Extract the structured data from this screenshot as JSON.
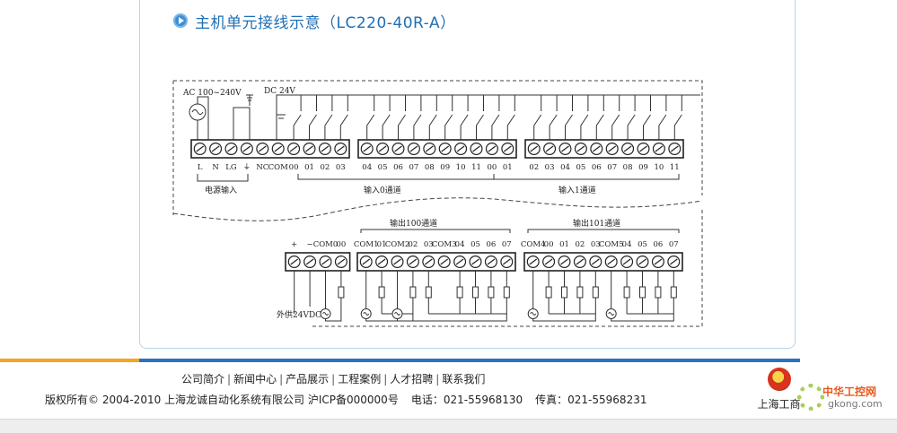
{
  "heading": {
    "title": "主机单元接线示意（LC220-40R-A）"
  },
  "diagram": {
    "power_label": "AC 100~240V",
    "dc_label": "DC 24V",
    "power_terminals": [
      "L",
      "N",
      "LG",
      "⏚",
      "NC",
      "COM"
    ],
    "input0_terminals": [
      "00",
      "01",
      "02",
      "03",
      "04",
      "05",
      "06",
      "07",
      "08",
      "09",
      "10",
      "11"
    ],
    "input1_terminals": [
      "00",
      "01",
      "02",
      "03",
      "04",
      "05",
      "06",
      "07",
      "08",
      "09",
      "10",
      "11"
    ],
    "power_group_label": "电源输入",
    "input0_label": "输入0通道",
    "input1_label": "输入1通道",
    "output100_label": "输出100通道",
    "output101_label": "输出101通道",
    "output_power_terminals": [
      "+",
      "−",
      "COM0",
      "00"
    ],
    "output100_terminals": [
      "COM1",
      "01",
      "COM2",
      "02",
      "03",
      "COM3",
      "04",
      "05",
      "06",
      "07"
    ],
    "output101_terminals": [
      "COM4",
      "00",
      "01",
      "02",
      "03",
      "COM5",
      "04",
      "05",
      "06",
      "07"
    ],
    "external_supply_label": "外供24VDC"
  },
  "footer": {
    "nav": [
      "公司简介",
      "新闻中心",
      "产品展示",
      "工程案例",
      "人才招聘",
      "联系我们"
    ],
    "copyright": "版权所有© 2004-2010 上海龙诚自动化系统有限公司 沪ICP备000000号",
    "phone": "电话：021-55968130",
    "fax": "传真：021-55968231",
    "gongshang_label": "上海工商",
    "watermark_brand": "中华工控网",
    "watermark_domain": "gkong.com"
  },
  "colors": {
    "accent_blue": "#2b72c2",
    "accent_orange": "#f3a51d",
    "heading_blue": "#1f6fb5"
  }
}
